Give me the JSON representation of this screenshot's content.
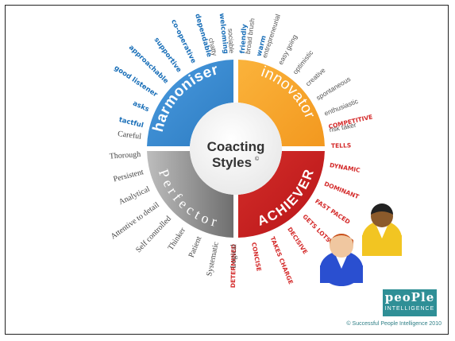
{
  "center": {
    "line1": "Coacting",
    "line2": "Styles",
    "mark": "©"
  },
  "quadrants": [
    {
      "key": "harmoniser",
      "label": "harmoniser",
      "color": "#1a6fb8",
      "word_color": "#1a6fb8",
      "words": [
        "warm",
        "friendly",
        "welcoming",
        "dependable",
        "co-operative",
        "supportive",
        "approachable",
        "good listener",
        "asks",
        "tactful"
      ]
    },
    {
      "key": "innovator",
      "label": "innovator",
      "color": "#f59a1c",
      "word_color": "#555555",
      "words": [
        "chatty",
        "sociable",
        "broad brush",
        "entrepreneurial",
        "easy going",
        "optimistic",
        "creative",
        "spontaneous",
        "enthusiastic",
        "risk taker"
      ]
    },
    {
      "key": "achiever",
      "label": "ACHIEVER",
      "color": "#e0262b",
      "word_color": "#d42a2a",
      "words": [
        "COMPETITIVE",
        "TELLS",
        "DYNAMIC",
        "DOMINANT",
        "FAST PACED",
        "GETS LOTS DONE",
        "DECISIVE",
        "TAKES CHARGE",
        "CONCISE",
        "DETERMINED"
      ]
    },
    {
      "key": "perfector",
      "label": "Perfector",
      "color": "#333333",
      "word_color": "#444444",
      "words": [
        "Careful",
        "Thorough",
        "Persistent",
        "Analytical",
        "Attentive to detail",
        "Self controlled",
        "Thinker",
        "Patient",
        "Systematic",
        "Logical"
      ]
    }
  ],
  "logo": {
    "word": "peoPle",
    "sub": "INTELLIGENCE"
  },
  "copyright": "© Successful People Intelligence 2010"
}
